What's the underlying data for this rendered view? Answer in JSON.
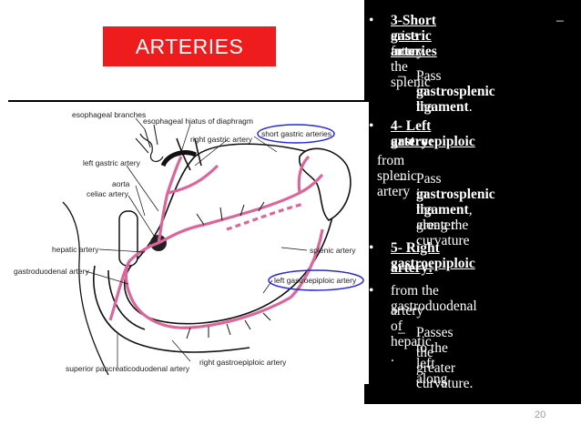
{
  "slide": {
    "title": "ARTERIES",
    "page_number": "20"
  },
  "figure": {
    "labels": {
      "esophageal_branches": "esophageal branches",
      "esophageal_hiatus": "esophageal hiatus of diaphragm",
      "right_gastric": "right gastric artery",
      "short_gastric": "short gastric arteries",
      "left_gastric": "left gastric artery",
      "aorta": "aorta",
      "celiac": "celiac artery",
      "hepatic": "hepatic artery",
      "splenic": "splenic artery",
      "gastroduodenal": "gastroduodenal artery",
      "left_gastroepiploic": "left gastroepiploic artery",
      "right_gastroepiploic": "right gastroepiploic artery",
      "superior_pancreaticoduodenal": "superior pancreaticoduodenal artery"
    }
  },
  "text": {
    "item3_heading": "3-Short gastric arteries ",
    "item3_dash": "–",
    "item3_line2": "arise from the splenic",
    "item3_line3": "artery.",
    "item3_sub_a": "Pass in the",
    "item3_sub_b": "gastrosplenic",
    "item3_sub_c": "ligament",
    "item3_sub_c_end": ".",
    "item4_heading_a": "4- Left gastroepiploic",
    "item4_heading_b": "artery:",
    "item4_line": "from splenic artery",
    "item4_sub_a": "Pass in the",
    "item4_sub_b": "gastrosplenic",
    "item4_sub_c": "ligament",
    "item4_sub_c_end": ", along the",
    "item4_sub_d": "greater curvature",
    "item5_heading_a": "5- Right gastroepiploic",
    "item5_heading_b": "artery:",
    "item5_line_a": " from the gastroduodenal",
    "item5_line_b": "artery of hepatic .",
    "item5_sub_a": "Passes to the left along",
    "item5_sub_b": "the greater curvature."
  }
}
